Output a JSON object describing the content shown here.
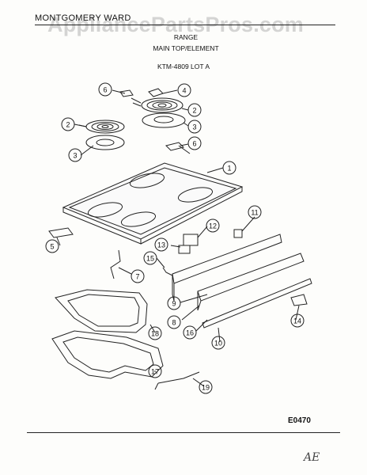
{
  "header": {
    "brand": "MONTGOMERY WARD",
    "watermark": "AppliancePartsPros.com",
    "title": "RANGE",
    "subtitle": "MAIN TOP/ELEMENT",
    "model": "KTM-4809 LOT A"
  },
  "footer": {
    "diagram_code": "E0470",
    "handwritten_note": "AE"
  },
  "callouts": [
    "1",
    "2",
    "2",
    "3",
    "3",
    "4",
    "5",
    "6",
    "6",
    "7",
    "8",
    "9",
    "10",
    "11",
    "12",
    "13",
    "14",
    "15",
    "16",
    "17",
    "18",
    "19"
  ]
}
